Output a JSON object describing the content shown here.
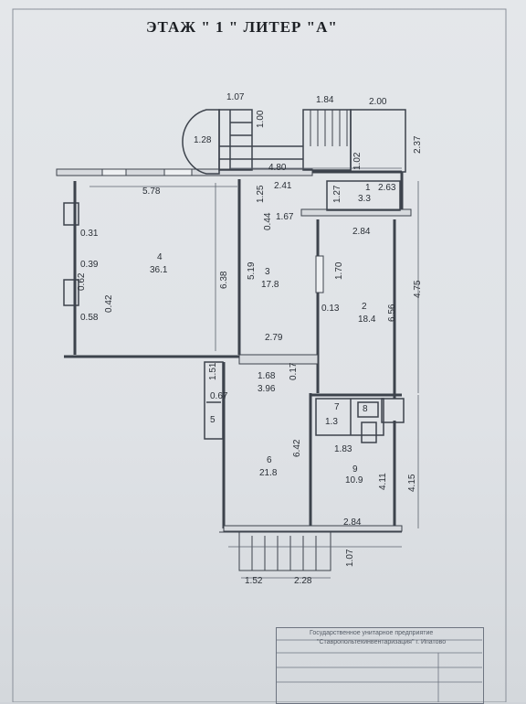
{
  "title": "ЭТАЖ \" 1 \" ЛИТЕР \"А\"",
  "rooms": [
    {
      "no": "4",
      "area": "36.1"
    },
    {
      "no": "3",
      "area": "17.8"
    },
    {
      "no": "2",
      "area": "18.4"
    },
    {
      "no": "1",
      "area": "3.3"
    },
    {
      "no": "",
      "area": "3.96"
    },
    {
      "no": "5",
      "area": ""
    },
    {
      "no": "6",
      "area": "21.8"
    },
    {
      "no": "9",
      "area": "10.9"
    },
    {
      "no": "8",
      "area": ""
    },
    {
      "no": "7",
      "area": ""
    }
  ],
  "dims": {
    "d107": "1.07",
    "d184": "1.84",
    "d200": "2.00",
    "d237": "2.37",
    "d100": "1.00",
    "d128": "1.28",
    "d102": "1.02",
    "d480": "4.80",
    "d578": "5.78",
    "d125": "1.25",
    "d241": "2.41",
    "d127": "1.27",
    "d263": "2.63",
    "d044": "0.44",
    "d167": "1.67",
    "d284a": "2.84",
    "d031": "0.31",
    "d039": "0.39",
    "d062": "0.62",
    "d042": "0.42",
    "d058": "0.58",
    "d638": "6.38",
    "d519": "5.19",
    "d170": "1.70",
    "d475": "4.75",
    "d013": "0.13",
    "d656": "6.56",
    "d279": "2.79",
    "d168": "1.68",
    "d151": "1.51",
    "d067": "0.67",
    "d642": "6.42",
    "d13": "1.3",
    "d183": "1.83",
    "d411": "4.11",
    "d415": "4.15",
    "d284b": "2.84",
    "d107b": "1.07",
    "d152": "1.52",
    "d228": "2.28",
    "d017": "0.17"
  },
  "stamp": {
    "line1": "Государственное унитарное предприятие",
    "line2": "\"Ставропольтехинвентаризация\" г. Ипатово"
  }
}
